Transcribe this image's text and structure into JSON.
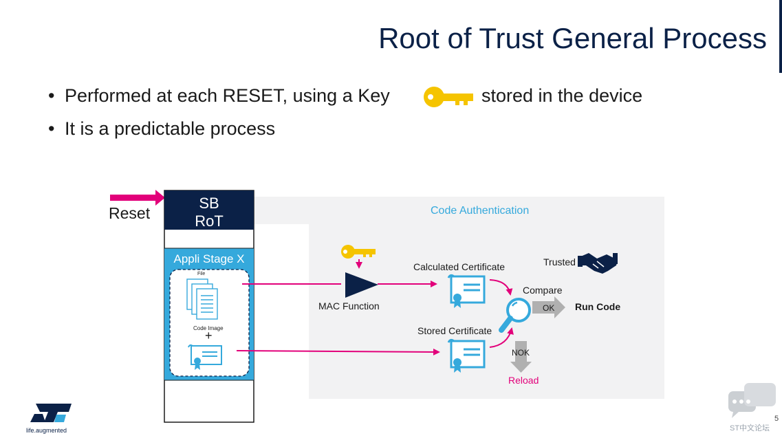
{
  "slide": {
    "title": "Root of Trust General Process",
    "bullets": [
      {
        "before_key": "Performed at each RESET, using a Key",
        "after_key": "stored in the device"
      },
      {
        "text": "It is a predictable process"
      }
    ]
  },
  "diagram": {
    "reset_label": "Reset",
    "sb_rot": {
      "line1": "SB",
      "line2": "RoT"
    },
    "appli_stage": "Appli Stage X",
    "file_label": "File",
    "code_image_label": "Code Image",
    "plus": "+",
    "code_auth_title": "Code Authentication",
    "mac_function": "MAC Function",
    "calculated_certificate": "Calculated Certificate",
    "stored_certificate": "Stored Certificate",
    "compare": "Compare",
    "ok": "OK",
    "nok": "NOK",
    "run_code": "Run Code",
    "reload": "Reload",
    "trusted": "Trusted"
  },
  "footer": {
    "logo_text": "life.augmented",
    "forum_text": "ST中文论坛",
    "page_number": "5"
  },
  "colors": {
    "navy": "#0b2147",
    "cyan": "#35a9dc",
    "magenta": "#e2007a",
    "key_yellow": "#f5c400",
    "panel_gray": "#f2f2f3",
    "arrow_gray": "#b0b0b0"
  }
}
